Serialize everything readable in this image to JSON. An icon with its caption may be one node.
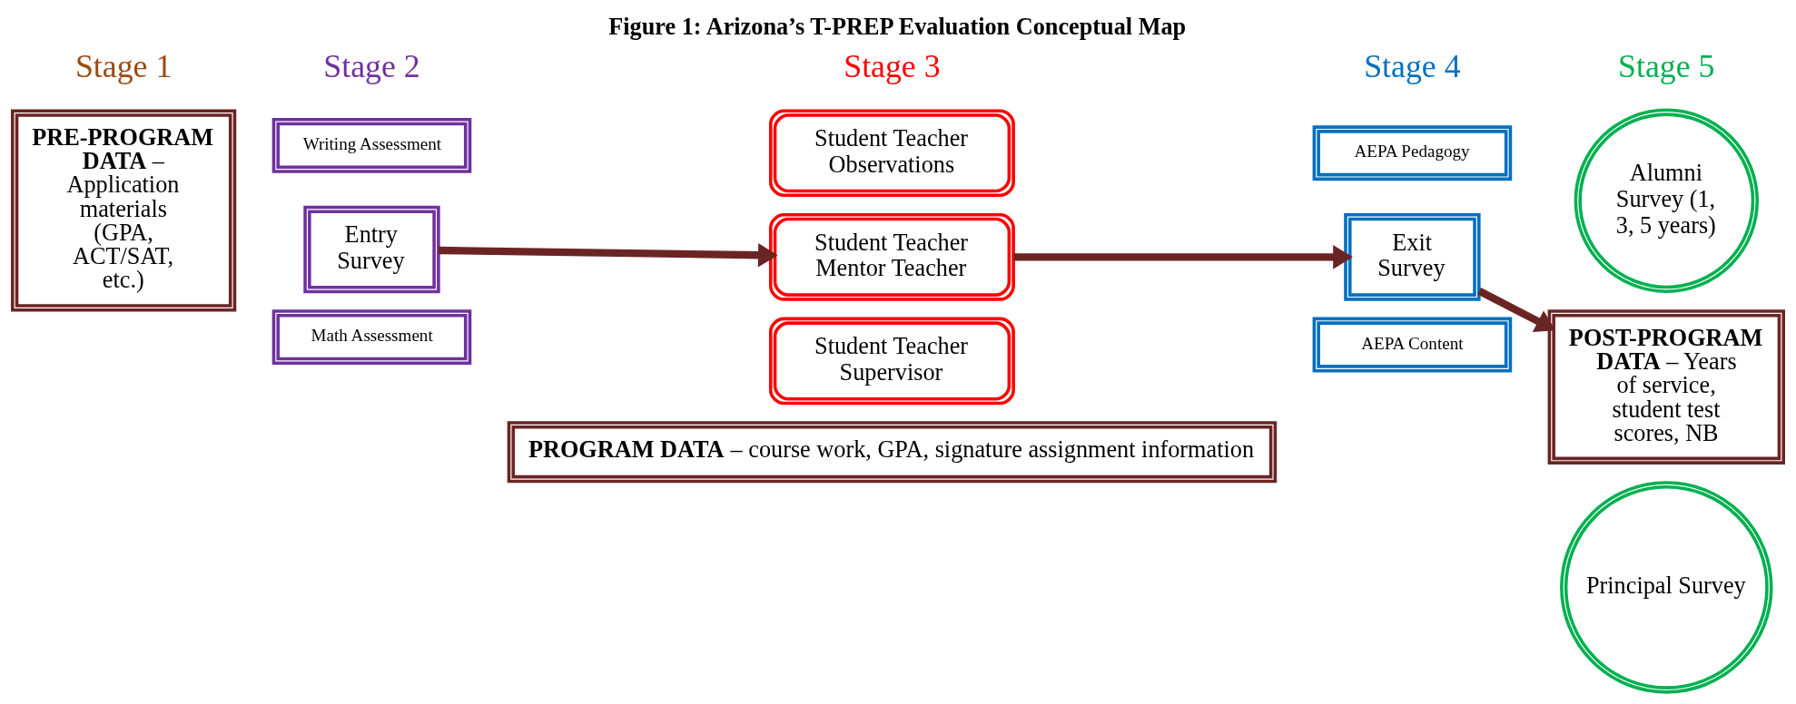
{
  "diagram": {
    "title": "Figure 1: Arizona’s T-PREP Evaluation Conceptual Map",
    "nodes": [
      {
        "text": [
          "**PRE-PROGRAM DATA** – Application materials (GPA, ACT/SAT, etc.)"
        ]
      },
      {
        "text": [
          "Writing Assessment"
        ]
      },
      {
        "text": [
          "Entry Survey"
        ]
      },
      {
        "text": [
          "Math Assessment"
        ]
      },
      {
        "text": [
          "Student Teacher Observations"
        ]
      },
      {
        "text": [
          "Student Teacher Mentor Teacher"
        ]
      },
      {
        "text": [
          "Student Teacher Supervisor"
        ]
      },
      {
        "text": [
          "AEPA Pedagogy"
        ]
      },
      {
        "text": [
          "Exit Survey"
        ]
      },
      {
        "text": [
          "AEPA Content"
        ]
      },
      {
        "text": [
          "Alumni Survey (1, 3, 5 years)"
        ]
      },
      {
        "text": [
          "**POST-PROGRAM DATA** – Years of service, student test scores, NB"
        ]
      },
      {
        "text": [
          "Principal Survey"
        ]
      },
      {
        "text": [
          "**PROGRAM DATA** – course work, GPA, signature assignment information"
        ]
      }
    ],
    "edges": [
      {
        "from": 2,
        "to": 5,
        "arrow": "to"
      },
      {
        "from": 5,
        "to": 8,
        "arrow": "to"
      },
      {
        "from": 8,
        "to": 11,
        "arrow": "to"
      }
    ],
    "labels": [
      "Stage 1",
      "Stage 2",
      "Stage 3",
      "Stage 4",
      "Stage 5"
    ]
  }
}
